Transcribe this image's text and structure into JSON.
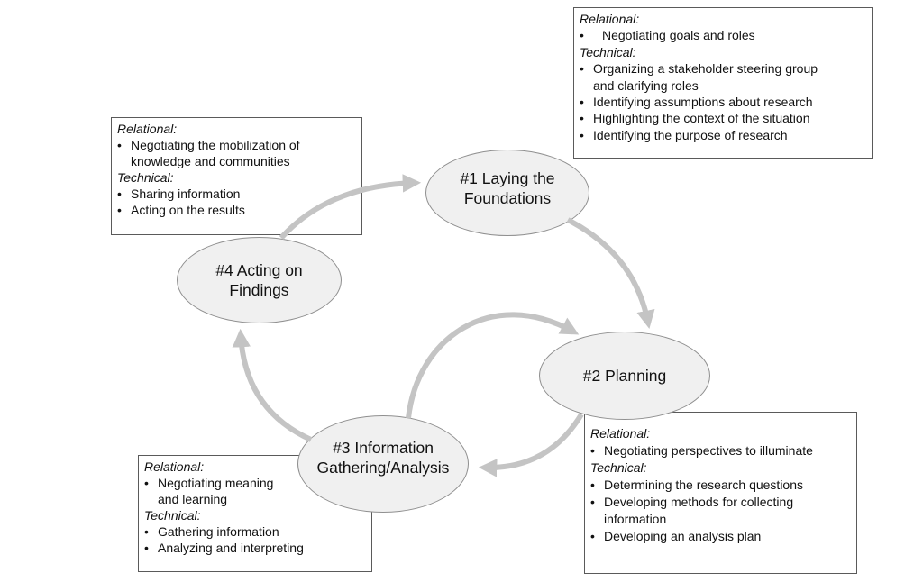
{
  "diagram_type": "cyclical process diagram",
  "colors": {
    "background": "#ffffff",
    "node_fill": "#f0f0f0",
    "node_border": "#8f8f8f",
    "arrow": "#c4c4c4",
    "box_border": "#5a5a5a",
    "text": "#111111"
  },
  "stages": {
    "stage1": {
      "label": "#1 Laying the\nFoundations"
    },
    "stage2": {
      "label": "#2 Planning"
    },
    "stage3": {
      "label": "#3 Information\nGathering/Analysis"
    },
    "stage4": {
      "label": "#4 Acting on\nFindings"
    }
  },
  "arrows": [
    {
      "from": "#4 Acting on Findings",
      "to": "#1 Laying the Foundations"
    },
    {
      "from": "#1 Laying the Foundations",
      "to": "#2 Planning"
    },
    {
      "from": "#2 Planning",
      "to": "#3 Information Gathering/Analysis"
    },
    {
      "from": "#3 Information Gathering/Analysis",
      "to": "#2 Planning"
    },
    {
      "from": "#3 Information Gathering/Analysis",
      "to": "#4 Acting on Findings"
    }
  ],
  "boxes": {
    "box_top_right": {
      "stage": "stage1",
      "rows": [
        {
          "style": "header",
          "text": "Relational:"
        },
        {
          "style": "bullet-wide",
          "text": "Negotiating goals and roles"
        },
        {
          "style": "header",
          "text": "Technical:"
        },
        {
          "style": "bullet",
          "text": "Organizing a stakeholder steering group\nand clarifying roles"
        },
        {
          "style": "bullet",
          "text": "Identifying assumptions about research"
        },
        {
          "style": "bullet",
          "text": "Highlighting the context of the situation"
        },
        {
          "style": "bullet",
          "text": "Identifying the purpose of research"
        }
      ]
    },
    "box_left": {
      "stage": "stage4",
      "rows": [
        {
          "style": "header",
          "text": "Relational:"
        },
        {
          "style": "bullet",
          "text": "Negotiating the mobilization of\nknowledge and communities"
        },
        {
          "style": "header",
          "text": "Technical:"
        },
        {
          "style": "bullet",
          "text": "Sharing information"
        },
        {
          "style": "bullet",
          "text": "Acting on the results"
        }
      ]
    },
    "box_bottom_left": {
      "stage": "stage3",
      "rows": [
        {
          "style": "header",
          "text": "Relational:"
        },
        {
          "style": "bullet",
          "text": "Negotiating meaning\nand learning"
        },
        {
          "style": "header",
          "text": "Technical:"
        },
        {
          "style": "bullet",
          "text": "Gathering information"
        },
        {
          "style": "bullet",
          "text": "Analyzing and interpreting"
        }
      ]
    },
    "box_bottom_right": {
      "stage": "stage2",
      "rows": [
        {
          "style": "header",
          "text": "Relational:"
        },
        {
          "style": "bullet",
          "text": "Negotiating perspectives to illuminate"
        },
        {
          "style": "header",
          "text": "Technical:"
        },
        {
          "style": "bullet",
          "text": "Determining the research questions"
        },
        {
          "style": "bullet",
          "text": "Developing methods for collecting\ninformation"
        },
        {
          "style": "bullet",
          "text": "Developing an analysis plan"
        }
      ]
    }
  },
  "bullet_glyph": "•"
}
